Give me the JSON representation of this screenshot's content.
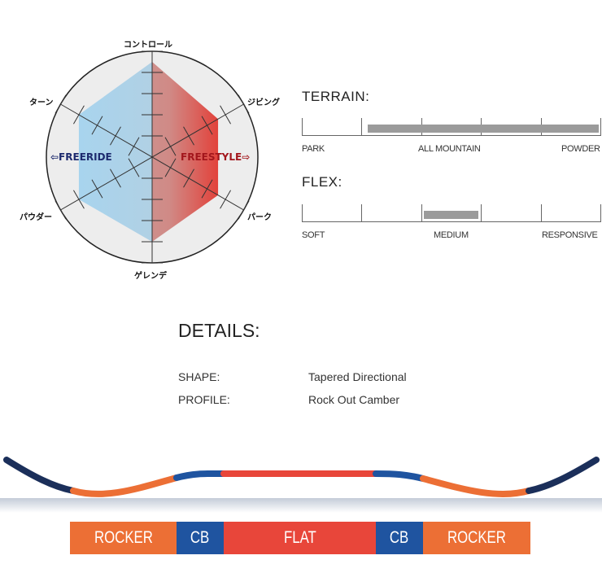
{
  "radar": {
    "axes": [
      {
        "label": "コントロール",
        "value": 4.5
      },
      {
        "label": "ジビング",
        "value": 3.6
      },
      {
        "label": "パーク",
        "value": 3.6
      },
      {
        "label": "ゲレンデ",
        "value": 4.0
      },
      {
        "label": "パウダー",
        "value": 4.0
      },
      {
        "label": "ターン",
        "value": 4.0
      }
    ],
    "max": 5,
    "left_label": "⇦FREERIDE",
    "right_label": "FREESTYLE⇨",
    "colors": {
      "freeride": "#1d2a6e",
      "freestyle": "#a3161c",
      "blue_fill": "#a8d4ee",
      "red_fill": "#d8524f"
    }
  },
  "terrain": {
    "title": "TERRAIN:",
    "labels": [
      "PARK",
      "ALL MOUNTAIN",
      "POWDER"
    ],
    "range": [
      1.1,
      5
    ]
  },
  "flex": {
    "title": "FLEX:",
    "labels": [
      "SOFT",
      "MEDIUM",
      "RESPONSIVE"
    ],
    "range": [
      2.05,
      2.98
    ]
  },
  "details": {
    "title": "DETAILS:",
    "rows": [
      {
        "key": "SHAPE:",
        "value": "Tapered Directional"
      },
      {
        "key": "PROFILE:",
        "value": "Rock Out Camber"
      }
    ]
  },
  "profile": {
    "segments": [
      {
        "label": "ROCKER",
        "color": "#ec6f35"
      },
      {
        "label": "CB",
        "color": "#1f54a0"
      },
      {
        "label": "FLAT",
        "color": "#e8463a"
      },
      {
        "label": "CB",
        "color": "#1f54a0"
      },
      {
        "label": "ROCKER",
        "color": "#ec6f35"
      }
    ]
  }
}
